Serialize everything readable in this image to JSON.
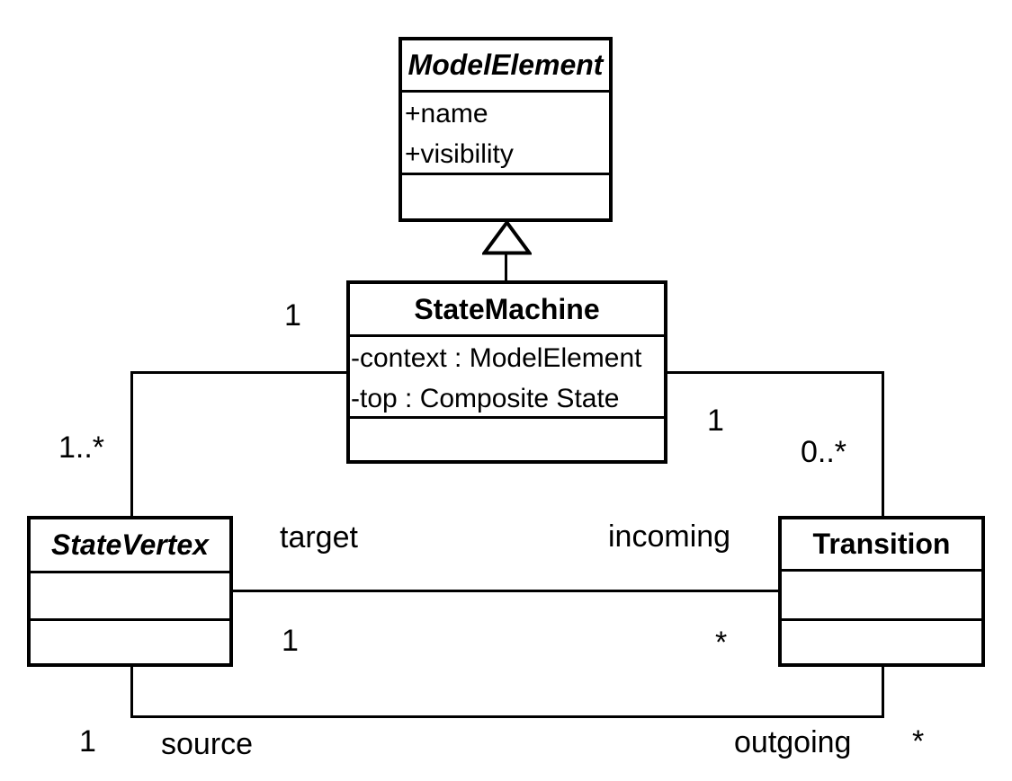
{
  "diagram": {
    "classes": {
      "model_element": {
        "name": "ModelElement",
        "attributes": [
          "+name",
          "+visibility"
        ]
      },
      "state_machine": {
        "name": "StateMachine",
        "attributes": [
          "-context : ModelElement",
          "-top : Composite State"
        ]
      },
      "state_vertex": {
        "name": "StateVertex",
        "attributes": []
      },
      "transition": {
        "name": "Transition",
        "attributes": []
      }
    },
    "associations": {
      "statemachine_statevertex": {
        "mult_statemachine": "1",
        "mult_statevertex": "1..*"
      },
      "statemachine_transition": {
        "mult_statemachine": "1",
        "mult_transition": "0..*"
      },
      "target_incoming": {
        "role_target": "target",
        "role_incoming": "incoming",
        "mult_target": "1",
        "mult_incoming": "*"
      },
      "source_outgoing": {
        "mult_source": "1",
        "role_source": "source",
        "role_outgoing": "outgoing",
        "mult_outgoing": "*"
      }
    }
  }
}
